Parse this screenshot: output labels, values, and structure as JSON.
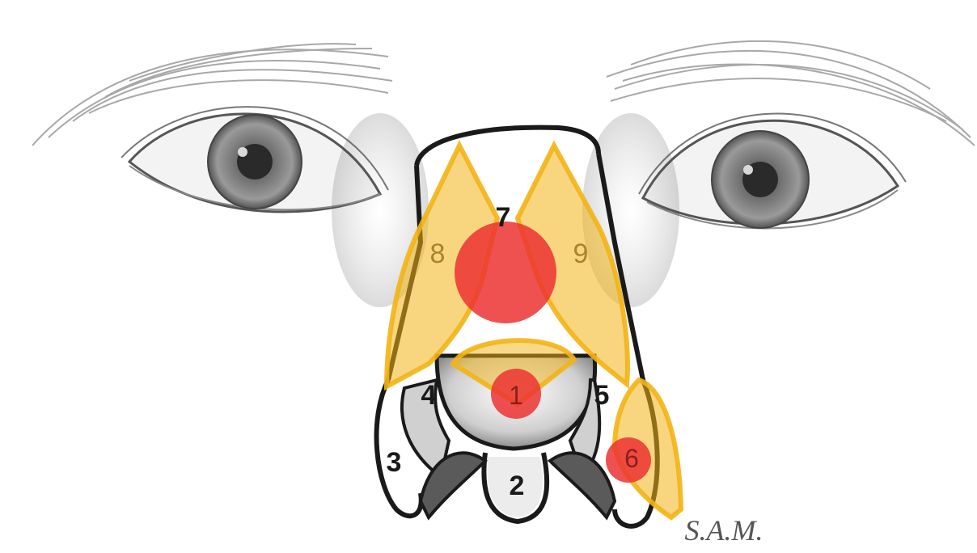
{
  "illustration": {
    "labels": {
      "one": "1",
      "two": "2",
      "three": "3",
      "four": "4",
      "five": "5",
      "six": "6",
      "seven": "7",
      "eight": "8",
      "nine": "9"
    },
    "signature": "S.A.M.",
    "colors": {
      "subunit_overlay": "#f2b416",
      "flap_circle": "#ec3333",
      "sketch": "#2b2b2b"
    }
  }
}
